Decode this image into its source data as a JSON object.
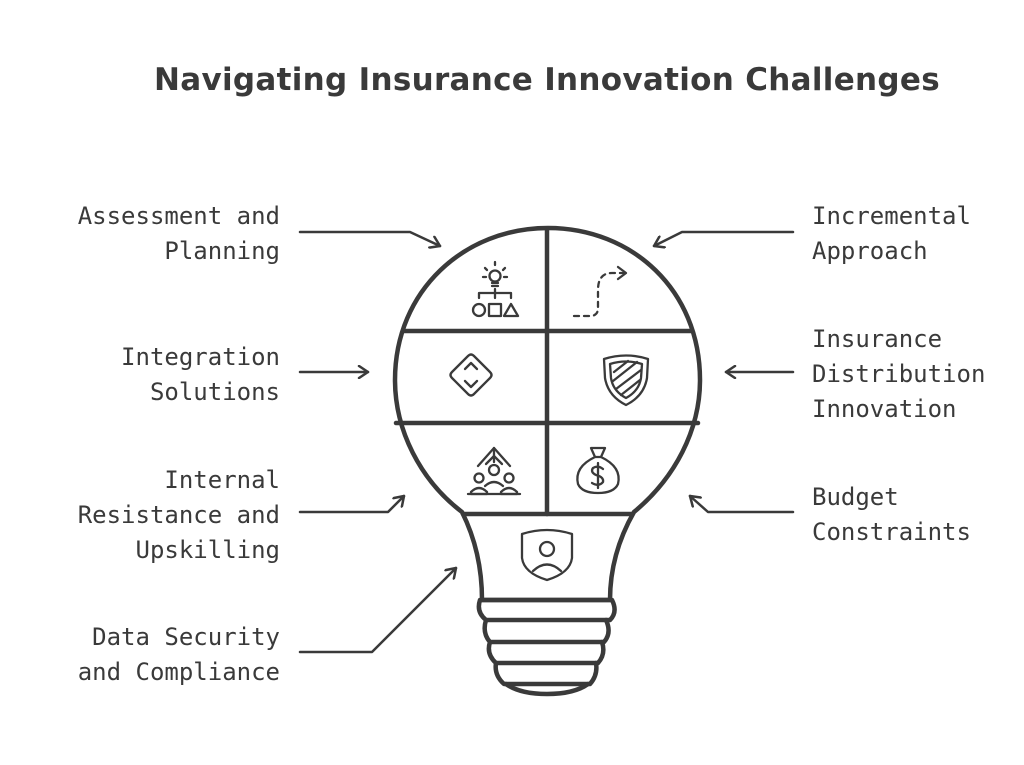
{
  "title": "Navigating Insurance Innovation Challenges",
  "labels": {
    "assessment": "Assessment and\nPlanning",
    "integration": "Integration\nSolutions",
    "internal": "Internal\nResistance and\nUpskilling",
    "data_security": "Data Security\nand Compliance",
    "incremental": "Incremental\nApproach",
    "distribution": "Insurance\nDistribution\nInnovation",
    "budget": "Budget\nConstraints"
  },
  "icons": [
    "lightbulb-flowchart-icon",
    "dashed-path-arrow-icon",
    "diamond-navigation-icon",
    "striped-shield-icon",
    "people-upskill-icon",
    "money-bag-icon",
    "user-shield-icon"
  ],
  "colors": {
    "stroke": "#3a3a3a",
    "background": "#ffffff"
  }
}
